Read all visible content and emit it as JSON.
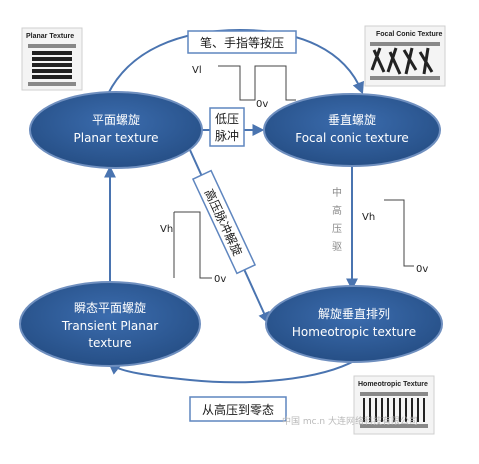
{
  "states": {
    "planar": {
      "zh": "平面螺旋",
      "en": "Planar texture"
    },
    "focal": {
      "zh": "垂直螺旋",
      "en": "Focal conic texture"
    },
    "transient": {
      "zh": "瞬态平面螺旋",
      "en1": "Transient Planar",
      "en2": "texture"
    },
    "homeotropic": {
      "zh": "解旋垂直排列",
      "en": "Homeotropic texture"
    }
  },
  "transitions": {
    "top": "笔、手指等按压",
    "low_pulse_1": "低压",
    "low_pulse_2": "脉冲",
    "high_pulse": "高压脉冲解旋",
    "right": [
      "中",
      "高",
      "压",
      "驱"
    ],
    "bottom": "从高压到零态"
  },
  "waveforms": {
    "top": {
      "high": "Vl",
      "low": "0v"
    },
    "middle": {
      "high": "Vh",
      "low": "0v"
    },
    "right": {
      "high": "Vh",
      "low": "0v"
    }
  },
  "thumbnails": {
    "planar": "Planar Texture",
    "focal": "Focal Conic Texture",
    "homeotropic": "Homeotropic Texture"
  },
  "colors": {
    "ellipse_fill": "#2f5f9f",
    "ellipse_edge": "#6f8fbf",
    "arrow": "#4a74b0",
    "box_border": "#5f86bf"
  },
  "watermark": "中国 mc.n 大连网络科技有限公司"
}
